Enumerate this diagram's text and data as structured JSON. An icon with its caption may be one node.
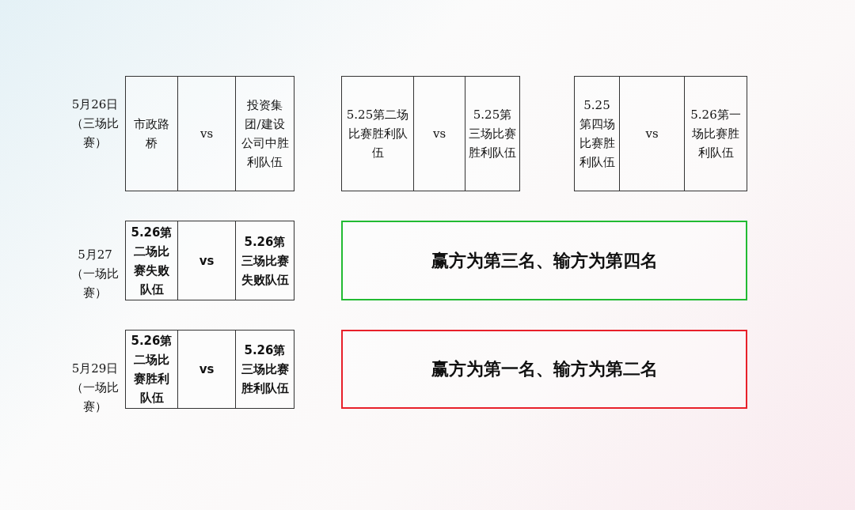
{
  "diagram": {
    "nodes": [
      {
        "text": [
          "市政路桥"
        ]
      },
      {
        "text": [
          "vs"
        ]
      },
      {
        "text": [
          "投资集团/建设公司中胜利队伍"
        ]
      },
      {
        "text": [
          "5.25第二场比赛胜利队伍"
        ]
      },
      {
        "text": [
          "vs"
        ]
      },
      {
        "text": [
          "5.25第三场比赛胜利队伍"
        ]
      },
      {
        "text": [
          "5.25第四场比赛胜利队伍"
        ]
      },
      {
        "text": [
          "vs"
        ]
      },
      {
        "text": [
          "5.26第一场比赛胜利队伍"
        ]
      },
      {
        "text": [
          "5.26第二场比赛失败队伍"
        ]
      },
      {
        "text": [
          "vs"
        ]
      },
      {
        "text": [
          "5.26第三场比赛失败队伍"
        ]
      },
      {
        "text": [
          "赢方为第三名、输方为第四名"
        ]
      },
      {
        "text": [
          "5.26第二场比赛胜利队伍"
        ]
      },
      {
        "text": [
          "vs"
        ]
      },
      {
        "text": [
          "5.26第三场比赛胜利队伍"
        ]
      },
      {
        "text": [
          "赢方为第一名、输方为第二名"
        ]
      }
    ],
    "labels": [
      "5月26日（三场比赛）",
      "5月27（一场比赛）",
      "5月29日（一场比赛）"
    ]
  }
}
